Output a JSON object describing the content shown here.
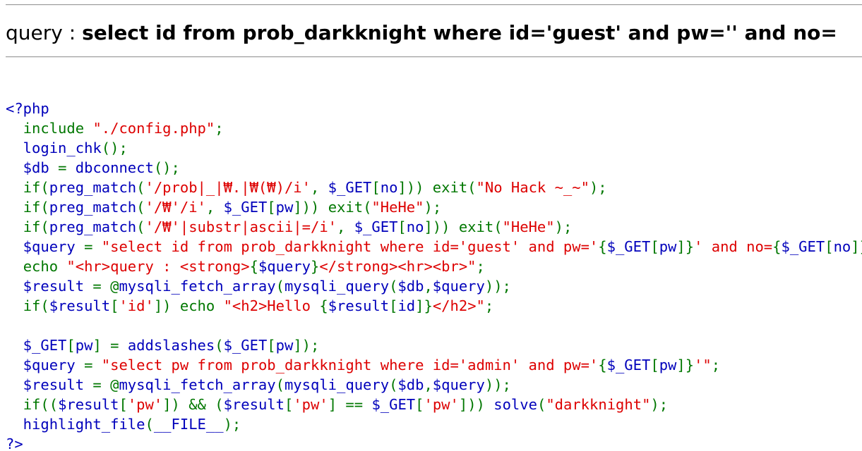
{
  "header": {
    "prefix": "query : ",
    "query": "select id from prob_darkknight where id='guest' and pw='' and no="
  },
  "source_lines": [
    [
      {
        "c": "d",
        "t": "<?php"
      }
    ],
    [
      {
        "c": "d",
        "t": "  "
      },
      {
        "c": "k",
        "t": "include "
      },
      {
        "c": "s",
        "t": "\"./config.php\""
      },
      {
        "c": "k",
        "t": ";"
      }
    ],
    [
      {
        "c": "d",
        "t": "  login_chk"
      },
      {
        "c": "k",
        "t": "();"
      }
    ],
    [
      {
        "c": "d",
        "t": "  $db "
      },
      {
        "c": "k",
        "t": "= "
      },
      {
        "c": "d",
        "t": "dbconnect"
      },
      {
        "c": "k",
        "t": "();"
      }
    ],
    [
      {
        "c": "d",
        "t": "  "
      },
      {
        "c": "k",
        "t": "if("
      },
      {
        "c": "d",
        "t": "preg_match"
      },
      {
        "c": "k",
        "t": "("
      },
      {
        "c": "s",
        "t": "'/prob|_|₩.|₩(₩)/i'"
      },
      {
        "c": "k",
        "t": ", "
      },
      {
        "c": "d",
        "t": "$_GET"
      },
      {
        "c": "k",
        "t": "["
      },
      {
        "c": "d",
        "t": "no"
      },
      {
        "c": "k",
        "t": "])) exit("
      },
      {
        "c": "s",
        "t": "\"No Hack ~_~\""
      },
      {
        "c": "k",
        "t": ");"
      }
    ],
    [
      {
        "c": "d",
        "t": "  "
      },
      {
        "c": "k",
        "t": "if("
      },
      {
        "c": "d",
        "t": "preg_match"
      },
      {
        "c": "k",
        "t": "("
      },
      {
        "c": "s",
        "t": "'/₩'/i'"
      },
      {
        "c": "k",
        "t": ", "
      },
      {
        "c": "d",
        "t": "$_GET"
      },
      {
        "c": "k",
        "t": "["
      },
      {
        "c": "d",
        "t": "pw"
      },
      {
        "c": "k",
        "t": "])) exit("
      },
      {
        "c": "s",
        "t": "\"HeHe\""
      },
      {
        "c": "k",
        "t": ");"
      }
    ],
    [
      {
        "c": "d",
        "t": "  "
      },
      {
        "c": "k",
        "t": "if("
      },
      {
        "c": "d",
        "t": "preg_match"
      },
      {
        "c": "k",
        "t": "("
      },
      {
        "c": "s",
        "t": "'/₩'|substr|ascii|=/i'"
      },
      {
        "c": "k",
        "t": ", "
      },
      {
        "c": "d",
        "t": "$_GET"
      },
      {
        "c": "k",
        "t": "["
      },
      {
        "c": "d",
        "t": "no"
      },
      {
        "c": "k",
        "t": "])) exit("
      },
      {
        "c": "s",
        "t": "\"HeHe\""
      },
      {
        "c": "k",
        "t": ");"
      }
    ],
    [
      {
        "c": "d",
        "t": "  $query "
      },
      {
        "c": "k",
        "t": "= "
      },
      {
        "c": "s",
        "t": "\"select id from prob_darkknight where id='guest' and pw='"
      },
      {
        "c": "k",
        "t": "{"
      },
      {
        "c": "d",
        "t": "$_GET"
      },
      {
        "c": "k",
        "t": "["
      },
      {
        "c": "d",
        "t": "pw"
      },
      {
        "c": "k",
        "t": "]}"
      },
      {
        "c": "s",
        "t": "' and no="
      },
      {
        "c": "k",
        "t": "{"
      },
      {
        "c": "d",
        "t": "$_GET"
      },
      {
        "c": "k",
        "t": "["
      },
      {
        "c": "d",
        "t": "no"
      },
      {
        "c": "k",
        "t": "]}"
      },
      {
        "c": "s",
        "t": "\""
      },
      {
        "c": "k",
        "t": ";"
      }
    ],
    [
      {
        "c": "d",
        "t": "  "
      },
      {
        "c": "k",
        "t": "echo "
      },
      {
        "c": "s",
        "t": "\"<hr>query : <strong>"
      },
      {
        "c": "k",
        "t": "{"
      },
      {
        "c": "d",
        "t": "$query"
      },
      {
        "c": "k",
        "t": "}"
      },
      {
        "c": "s",
        "t": "</strong><hr><br>\""
      },
      {
        "c": "k",
        "t": ";"
      }
    ],
    [
      {
        "c": "d",
        "t": "  $result "
      },
      {
        "c": "k",
        "t": "= @"
      },
      {
        "c": "d",
        "t": "mysqli_fetch_array"
      },
      {
        "c": "k",
        "t": "("
      },
      {
        "c": "d",
        "t": "mysqli_query"
      },
      {
        "c": "k",
        "t": "("
      },
      {
        "c": "d",
        "t": "$db"
      },
      {
        "c": "k",
        "t": ","
      },
      {
        "c": "d",
        "t": "$query"
      },
      {
        "c": "k",
        "t": "));"
      }
    ],
    [
      {
        "c": "d",
        "t": "  "
      },
      {
        "c": "k",
        "t": "if("
      },
      {
        "c": "d",
        "t": "$result"
      },
      {
        "c": "k",
        "t": "["
      },
      {
        "c": "s",
        "t": "'id'"
      },
      {
        "c": "k",
        "t": "]) echo "
      },
      {
        "c": "s",
        "t": "\"<h2>Hello "
      },
      {
        "c": "k",
        "t": "{"
      },
      {
        "c": "d",
        "t": "$result"
      },
      {
        "c": "k",
        "t": "["
      },
      {
        "c": "d",
        "t": "id"
      },
      {
        "c": "k",
        "t": "]}"
      },
      {
        "c": "s",
        "t": "</h2>\""
      },
      {
        "c": "k",
        "t": ";"
      }
    ],
    [
      {
        "c": "d",
        "t": ""
      }
    ],
    [
      {
        "c": "d",
        "t": "  $_GET"
      },
      {
        "c": "k",
        "t": "["
      },
      {
        "c": "d",
        "t": "pw"
      },
      {
        "c": "k",
        "t": "] = "
      },
      {
        "c": "d",
        "t": "addslashes"
      },
      {
        "c": "k",
        "t": "("
      },
      {
        "c": "d",
        "t": "$_GET"
      },
      {
        "c": "k",
        "t": "["
      },
      {
        "c": "d",
        "t": "pw"
      },
      {
        "c": "k",
        "t": "]);"
      }
    ],
    [
      {
        "c": "d",
        "t": "  $query "
      },
      {
        "c": "k",
        "t": "= "
      },
      {
        "c": "s",
        "t": "\"select pw from prob_darkknight where id='admin' and pw='"
      },
      {
        "c": "k",
        "t": "{"
      },
      {
        "c": "d",
        "t": "$_GET"
      },
      {
        "c": "k",
        "t": "["
      },
      {
        "c": "d",
        "t": "pw"
      },
      {
        "c": "k",
        "t": "]}"
      },
      {
        "c": "s",
        "t": "'\""
      },
      {
        "c": "k",
        "t": ";"
      }
    ],
    [
      {
        "c": "d",
        "t": "  $result "
      },
      {
        "c": "k",
        "t": "= @"
      },
      {
        "c": "d",
        "t": "mysqli_fetch_array"
      },
      {
        "c": "k",
        "t": "("
      },
      {
        "c": "d",
        "t": "mysqli_query"
      },
      {
        "c": "k",
        "t": "("
      },
      {
        "c": "d",
        "t": "$db"
      },
      {
        "c": "k",
        "t": ","
      },
      {
        "c": "d",
        "t": "$query"
      },
      {
        "c": "k",
        "t": "));"
      }
    ],
    [
      {
        "c": "d",
        "t": "  "
      },
      {
        "c": "k",
        "t": "if(("
      },
      {
        "c": "d",
        "t": "$result"
      },
      {
        "c": "k",
        "t": "["
      },
      {
        "c": "s",
        "t": "'pw'"
      },
      {
        "c": "k",
        "t": "]) && ("
      },
      {
        "c": "d",
        "t": "$result"
      },
      {
        "c": "k",
        "t": "["
      },
      {
        "c": "s",
        "t": "'pw'"
      },
      {
        "c": "k",
        "t": "] == "
      },
      {
        "c": "d",
        "t": "$_GET"
      },
      {
        "c": "k",
        "t": "["
      },
      {
        "c": "s",
        "t": "'pw'"
      },
      {
        "c": "k",
        "t": "])) "
      },
      {
        "c": "d",
        "t": "solve"
      },
      {
        "c": "k",
        "t": "("
      },
      {
        "c": "s",
        "t": "\"darkknight\""
      },
      {
        "c": "k",
        "t": ");"
      }
    ],
    [
      {
        "c": "d",
        "t": "  highlight_file"
      },
      {
        "c": "k",
        "t": "("
      },
      {
        "c": "d",
        "t": "__FILE__"
      },
      {
        "c": "k",
        "t": ");"
      }
    ],
    [
      {
        "c": "d",
        "t": "?>"
      }
    ]
  ]
}
